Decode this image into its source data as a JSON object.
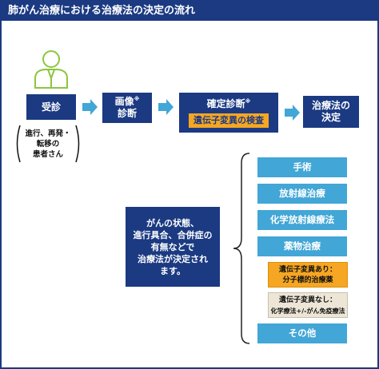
{
  "title": "肺がん治療における治療法の決定の流れ",
  "colors": {
    "navy": "#1b3a82",
    "sky": "#42a6d6",
    "orange": "#f5a623",
    "beige": "#ede5d6",
    "person": "#8cc63f"
  },
  "icons": {
    "person": "person-icon",
    "arrow": "arrow-right-icon",
    "brace": "brace-icon"
  },
  "steps": {
    "visit": "受診",
    "imaging_line1": "画像",
    "imaging_line2": "診断",
    "imaging_mark": "※",
    "confirm": "確定診断",
    "confirm_mark": "※",
    "gene_test": "遺伝子変異の検査",
    "decide_line1": "治療法の",
    "decide_line2": "決定"
  },
  "patient_note": {
    "line1": "進行、再発・",
    "line2": "転移の",
    "line3": "患者さん"
  },
  "factors": "がんの状態、\n進行具合、合併症の\n有無などで\n治療法が決定され\nます。",
  "options": {
    "surgery": "手術",
    "radiation": "放射線治療",
    "chemoradiation": "化学放射線療法",
    "drug": "薬物治療",
    "gene_yes_line1": "遺伝子変異あり：",
    "gene_yes_line2": "分子標的治療薬",
    "gene_no_line1": "遺伝子変異なし：",
    "gene_no_line2": "化学療法+/-がん免疫療法",
    "other": "その他"
  }
}
